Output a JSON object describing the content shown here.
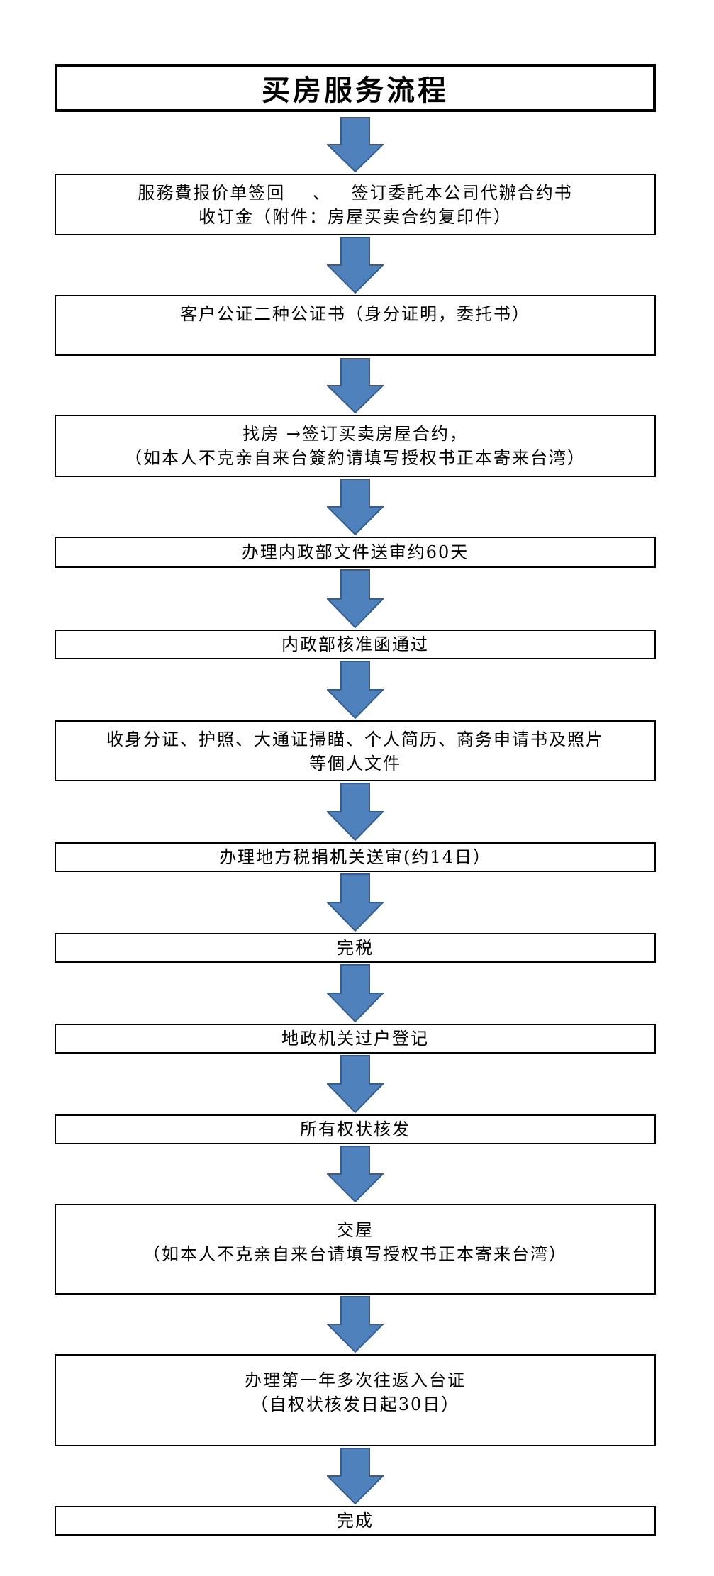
{
  "title": "买房服务流程",
  "colors": {
    "arrow_fill": "#4F81BD",
    "arrow_stroke": "#385D8A",
    "border": "#000000"
  },
  "steps": [
    {
      "lines": [
        "服務費报价单签回    、   签订委託本公司代辦合约书",
        "收订金（附件：房屋买卖合约复印件）"
      ]
    },
    {
      "lines": [
        "客户公证二种公证书（身分证明，委托书）"
      ]
    },
    {
      "lines": [
        "找房 →签订买卖房屋合约，",
        "（如本人不克亲自来台簽約请填写授权书正本寄来台湾）"
      ]
    },
    {
      "lines": [
        "办理内政部文件送审约60天"
      ]
    },
    {
      "lines": [
        "内政部核准函通过"
      ]
    },
    {
      "lines": [
        "收身分证、护照、大通证掃瞄、个人简历、商务申请书及照片",
        "等個人文件"
      ]
    },
    {
      "lines": [
        "办理地方税捐机关送审(约14日）"
      ]
    },
    {
      "lines": [
        "完税"
      ]
    },
    {
      "lines": [
        "地政机关过户登记"
      ]
    },
    {
      "lines": [
        "所有权状核发"
      ]
    },
    {
      "lines": [
        "交屋",
        "（如本人不克亲自来台请填写授权书正本寄来台湾）"
      ]
    },
    {
      "lines": [
        "办理第一年多次往返入台证",
        "（自权状核发日起30日）"
      ]
    },
    {
      "lines": [
        "完成"
      ]
    }
  ]
}
